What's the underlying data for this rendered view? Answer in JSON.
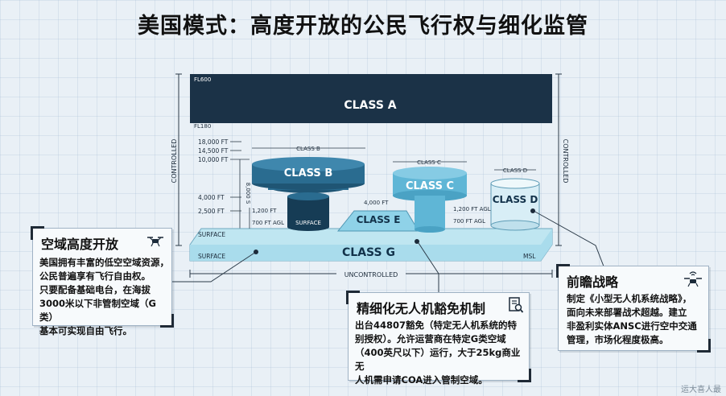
{
  "title": "美国模式：高度开放的公民飞行权与细化监管",
  "diagram": {
    "altitudes": {
      "fl600": "FL600",
      "fl180": "FL180",
      "ft18000": "18,000 FT",
      "ft14500": "14,500 FT",
      "ft10000": "10,000 FT",
      "ft4000": "4,000 FT",
      "ft2500": "2,500 FT",
      "ft4000_e": "4,000 FT",
      "ft1200_b": "1,200 FT",
      "ft700_b": "700 FT AGL",
      "ft1200_c": "1,200 FT AGL",
      "ft700_c": "700 FT AGL",
      "ft8000": "8,000 S"
    },
    "classes": {
      "a": "CLASS A",
      "b": "CLASS B",
      "c": "CLASS C",
      "d": "CLASS D",
      "e": "CLASS E",
      "g": "CLASS G"
    },
    "dim_labels": {
      "b": "CLASS B",
      "c": "CLASS C",
      "d": "CLASS D"
    },
    "surface_top": "SURFACE",
    "surface_bottom": "SURFACE",
    "surface_b": "SURFACE",
    "msl": "MSL",
    "controlled_left": "CONTROLLED",
    "controlled_right": "CONTROLLED",
    "uncontrolled": "UNCONTROLLED",
    "colors": {
      "class_a": "#1b3247",
      "class_b": "#245f80",
      "class_c": "#5fb6d6",
      "class_d": "#d8eef6",
      "class_e": "#8fd2e8",
      "class_g": "#bfe6f1"
    }
  },
  "cards": {
    "left": {
      "title": "空域高度开放",
      "icon": "drone-icon",
      "lines": [
        "美国拥有丰富的低空空域资源，",
        "公民普遍享有飞行自由权。",
        "只要配备基础电台，在海拔",
        "3000米以下非管制空域（G类）",
        "基本可实现自由飞行。"
      ]
    },
    "middle": {
      "title": "精细化无人机豁免机制",
      "icon": "document-search-icon",
      "lines": [
        "出台44807豁免（特定无人机系统的特",
        "别授权）。允许运营商在特定G类空域",
        "（400英尺以下）运行，大于25kg商业无",
        "人机需申请COA进入管制空域。"
      ]
    },
    "right": {
      "title": "前瞻战略",
      "icon": "drone-signal-icon",
      "lines": [
        "制定《小型无人机系统战略》，",
        "面向未来部署战术超越。建立",
        "非盈利实体ANSC进行空中交通",
        "管理，市场化程度极高。"
      ]
    }
  },
  "watermark": "运大喜人最"
}
